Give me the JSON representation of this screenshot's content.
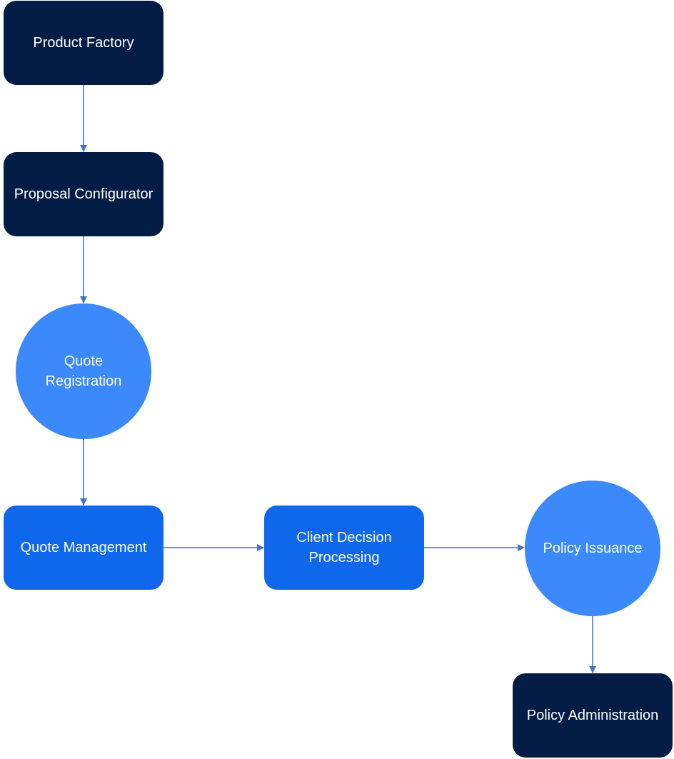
{
  "colors": {
    "dark_navy": "#021c45",
    "bright_blue": "#0f67ec",
    "light_blue": "#3b89fa",
    "connector": "#4472c4",
    "text": "#ffffff"
  },
  "nodes": {
    "product_factory": {
      "label": "Product Factory",
      "shape": "rounded-rectangle",
      "color": "#021c45"
    },
    "proposal_configurator": {
      "label": "Proposal Configurator",
      "shape": "rounded-rectangle",
      "color": "#021c45"
    },
    "quote_registration": {
      "label": "Quote\nRegistration",
      "shape": "circle",
      "color": "#3b89fa"
    },
    "quote_management": {
      "label": "Quote Management",
      "shape": "rounded-rectangle",
      "color": "#0f67ec"
    },
    "client_decision_processing": {
      "label": "Client Decision\nProcessing",
      "shape": "rounded-rectangle",
      "color": "#0f67ec"
    },
    "policy_issuance": {
      "label": "Policy Issuance",
      "shape": "circle",
      "color": "#3b89fa"
    },
    "policy_administration": {
      "label": "Policy Administration",
      "shape": "rounded-rectangle",
      "color": "#021c45"
    }
  },
  "edges": [
    {
      "from": "product_factory",
      "to": "proposal_configurator"
    },
    {
      "from": "proposal_configurator",
      "to": "quote_registration"
    },
    {
      "from": "quote_registration",
      "to": "quote_management"
    },
    {
      "from": "quote_management",
      "to": "client_decision_processing"
    },
    {
      "from": "client_decision_processing",
      "to": "policy_issuance"
    },
    {
      "from": "policy_issuance",
      "to": "policy_administration"
    }
  ]
}
